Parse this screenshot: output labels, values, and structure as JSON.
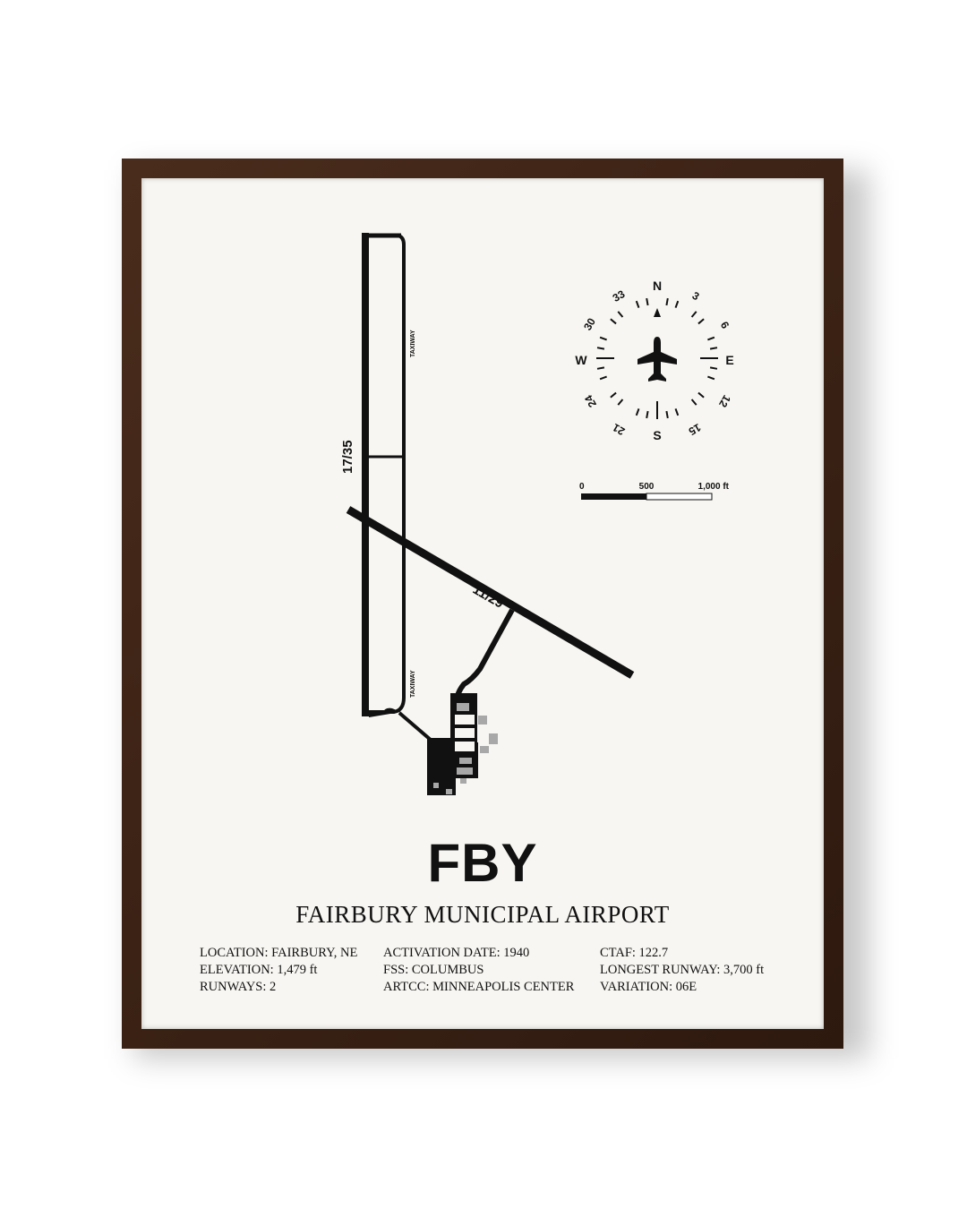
{
  "poster": {
    "code": "FBY",
    "name": "FAIRBURY MUNICIPAL AIRPORT",
    "info": {
      "col1": [
        "LOCATION: FAIRBURY, NE",
        "ELEVATION: 1,479 ft",
        "RUNWAYS: 2"
      ],
      "col2": [
        "ACTIVATION DATE: 1940",
        "FSS: COLUMBUS",
        "ARTCC: MINNEAPOLIS CENTER"
      ],
      "col3": [
        "CTAF: 122.7",
        "LONGEST RUNWAY: 3,700 ft",
        "VARIATION: 06E"
      ]
    }
  },
  "diagram": {
    "runway_a": "17/35",
    "runway_b": "11/29",
    "taxiway_label": "TAXIWAY"
  },
  "compass": {
    "N": "N",
    "E": "E",
    "S": "S",
    "W": "W",
    "d3": "3",
    "d6": "6",
    "d12": "12",
    "d15": "15",
    "d21": "21",
    "d24": "24",
    "d30": "30",
    "d33": "33"
  },
  "scale": {
    "zero": "0",
    "mid": "500",
    "end": "1,000 ft"
  },
  "colors": {
    "frame": "#3b2215",
    "paper": "#f8f6f2",
    "ink": "#111111",
    "building_gray": "#a8a8a8"
  },
  "icons": [
    "airplane-icon",
    "north-arrow-icon"
  ]
}
